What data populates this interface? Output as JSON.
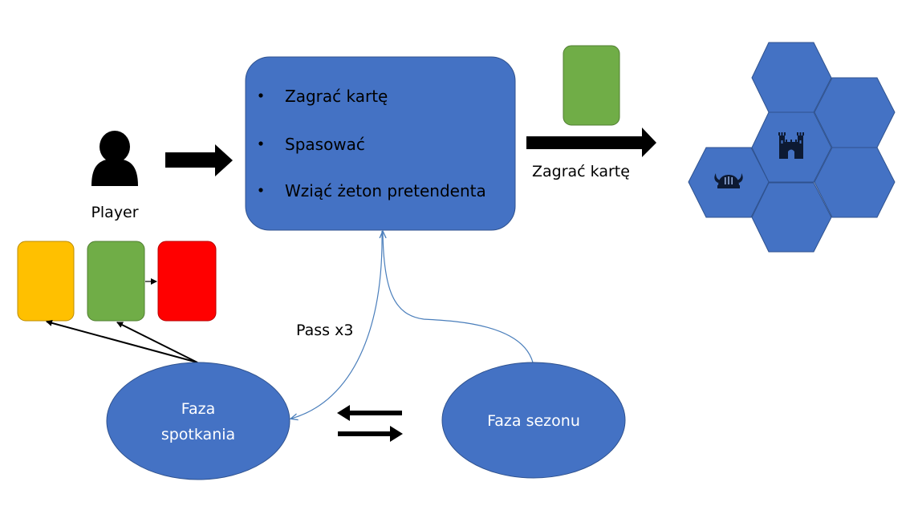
{
  "colors": {
    "node_blue": "#4472c4",
    "node_stroke": "#2f528f",
    "card_yellow": "#ffc000",
    "card_green": "#70ad47",
    "card_red": "#ff0000",
    "connector_blue": "#4a7ebb",
    "arrow_black": "#000000"
  },
  "actions_box": {
    "items": [
      "Zagrać kartę",
      "Spasować",
      "Wziąć żeton pretendenta"
    ]
  },
  "player": {
    "label": "Player",
    "icon": "person-icon"
  },
  "play_card_arrow": {
    "label": "Zagrać kartę"
  },
  "pass_connector": {
    "label": "Pass x3"
  },
  "phases": {
    "encounter": {
      "line1": "Faza",
      "line2": "spotkania"
    },
    "season": {
      "label": "Faza sezonu"
    }
  },
  "cards": [
    {
      "color": "#ffc000"
    },
    {
      "color": "#70ad47"
    },
    {
      "color": "#ff0000"
    }
  ],
  "hex_map": {
    "icons": [
      "castle-icon",
      "viking-helmet-icon"
    ]
  }
}
